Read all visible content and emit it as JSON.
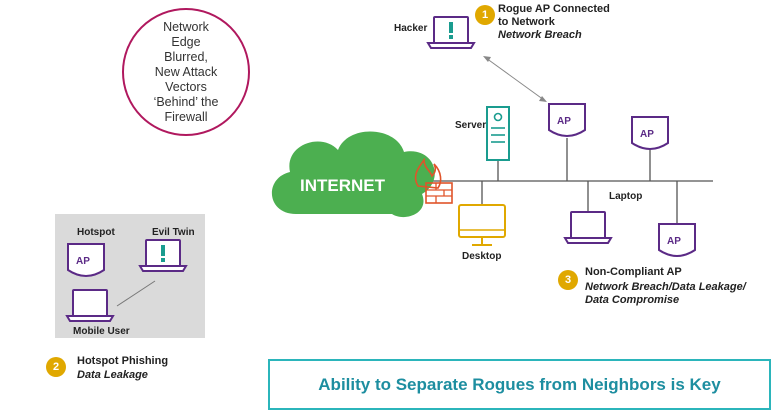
{
  "note": {
    "text": "Network\nEdge\nBlurred,\nNew Attack\nVectors\n‘Behind’ the\nFirewall"
  },
  "nodes": {
    "hacker": "Hacker",
    "server": "Server",
    "laptop": "Laptop",
    "desktop": "Desktop",
    "internet": "INTERNET",
    "ap": "AP",
    "hotspot": "Hotspot",
    "evil_twin": "Evil Twin",
    "mobile_user": "Mobile User"
  },
  "callouts": [
    {
      "num": "1",
      "title": "Rogue AP Connected\nto Network",
      "sub": "Network Breach"
    },
    {
      "num": "2",
      "title": "Hotspot Phishing",
      "sub": "Data Leakage"
    },
    {
      "num": "3",
      "title": "Non-Compliant AP",
      "sub": "Network Breach/Data Leakage/\nData Compromise"
    }
  ],
  "banner": "Ability to Separate Rogues from Neighbors is Key",
  "colors": {
    "purple": "#5b2a86",
    "teal": "#1a9c8f",
    "gold": "#e0a800",
    "green": "#4caf50",
    "magenta": "#b0185e"
  }
}
